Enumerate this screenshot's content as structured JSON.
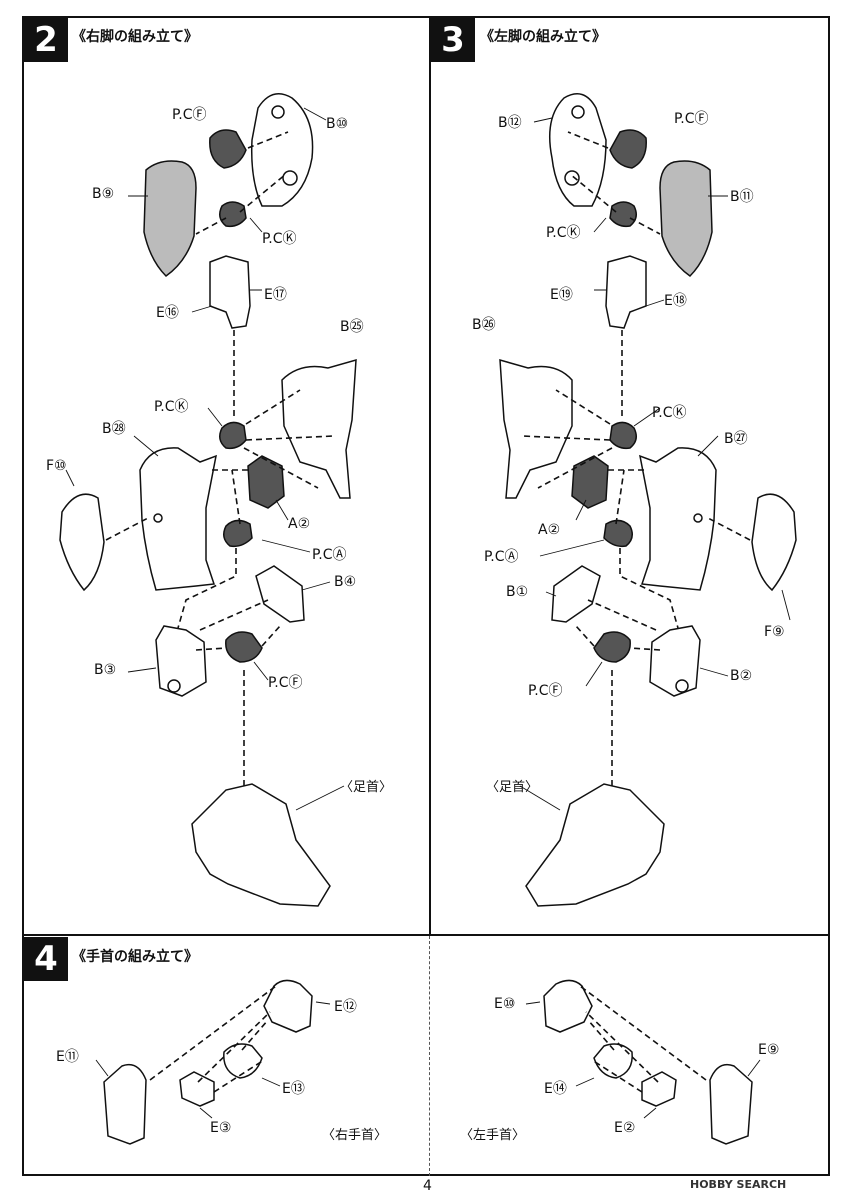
{
  "steps": [
    {
      "number": "2",
      "title": "《右脚の組み立て》"
    },
    {
      "number": "3",
      "title": "《左脚の組み立て》"
    },
    {
      "number": "4",
      "title": "《手首の組み立て》"
    }
  ],
  "step2_labels": {
    "pcf_top": "P.CⒻ",
    "b10": "B⑩",
    "b9": "B⑨",
    "pck_top": "P.CⓀ",
    "e17": "E⑰",
    "e16": "E⑯",
    "b25": "B㉕",
    "pck_mid": "P.CⓀ",
    "b28": "B㉘",
    "f10": "F⑩",
    "a2": "A②",
    "pca": "P.CⒶ",
    "b4": "B④",
    "b3": "B③",
    "pcf_bot": "P.CⒻ",
    "ankle": "〈足首〉"
  },
  "step3_labels": {
    "b12": "B⑫",
    "pcf_top": "P.CⒻ",
    "b11": "B⑪",
    "pck_top": "P.CⓀ",
    "e19": "E⑲",
    "e18": "E⑱",
    "b26": "B㉖",
    "pck_mid": "P.CⓀ",
    "b27": "B㉗",
    "a2": "A②",
    "pca": "P.CⒶ",
    "b1": "B①",
    "f9": "F⑨",
    "b2": "B②",
    "pcf_bot": "P.CⒻ",
    "ankle": "〈足首〉"
  },
  "step4_labels": {
    "e12": "E⑫",
    "e11": "E⑪",
    "e13": "E⑬",
    "e3": "E③",
    "right_wrist": "〈右手首〉",
    "e10": "E⑩",
    "e9": "E⑨",
    "e14": "E⑭",
    "e2": "E②",
    "left_wrist": "〈左手首〉"
  },
  "page_number": "4",
  "watermark": "HOBBY SEARCH"
}
